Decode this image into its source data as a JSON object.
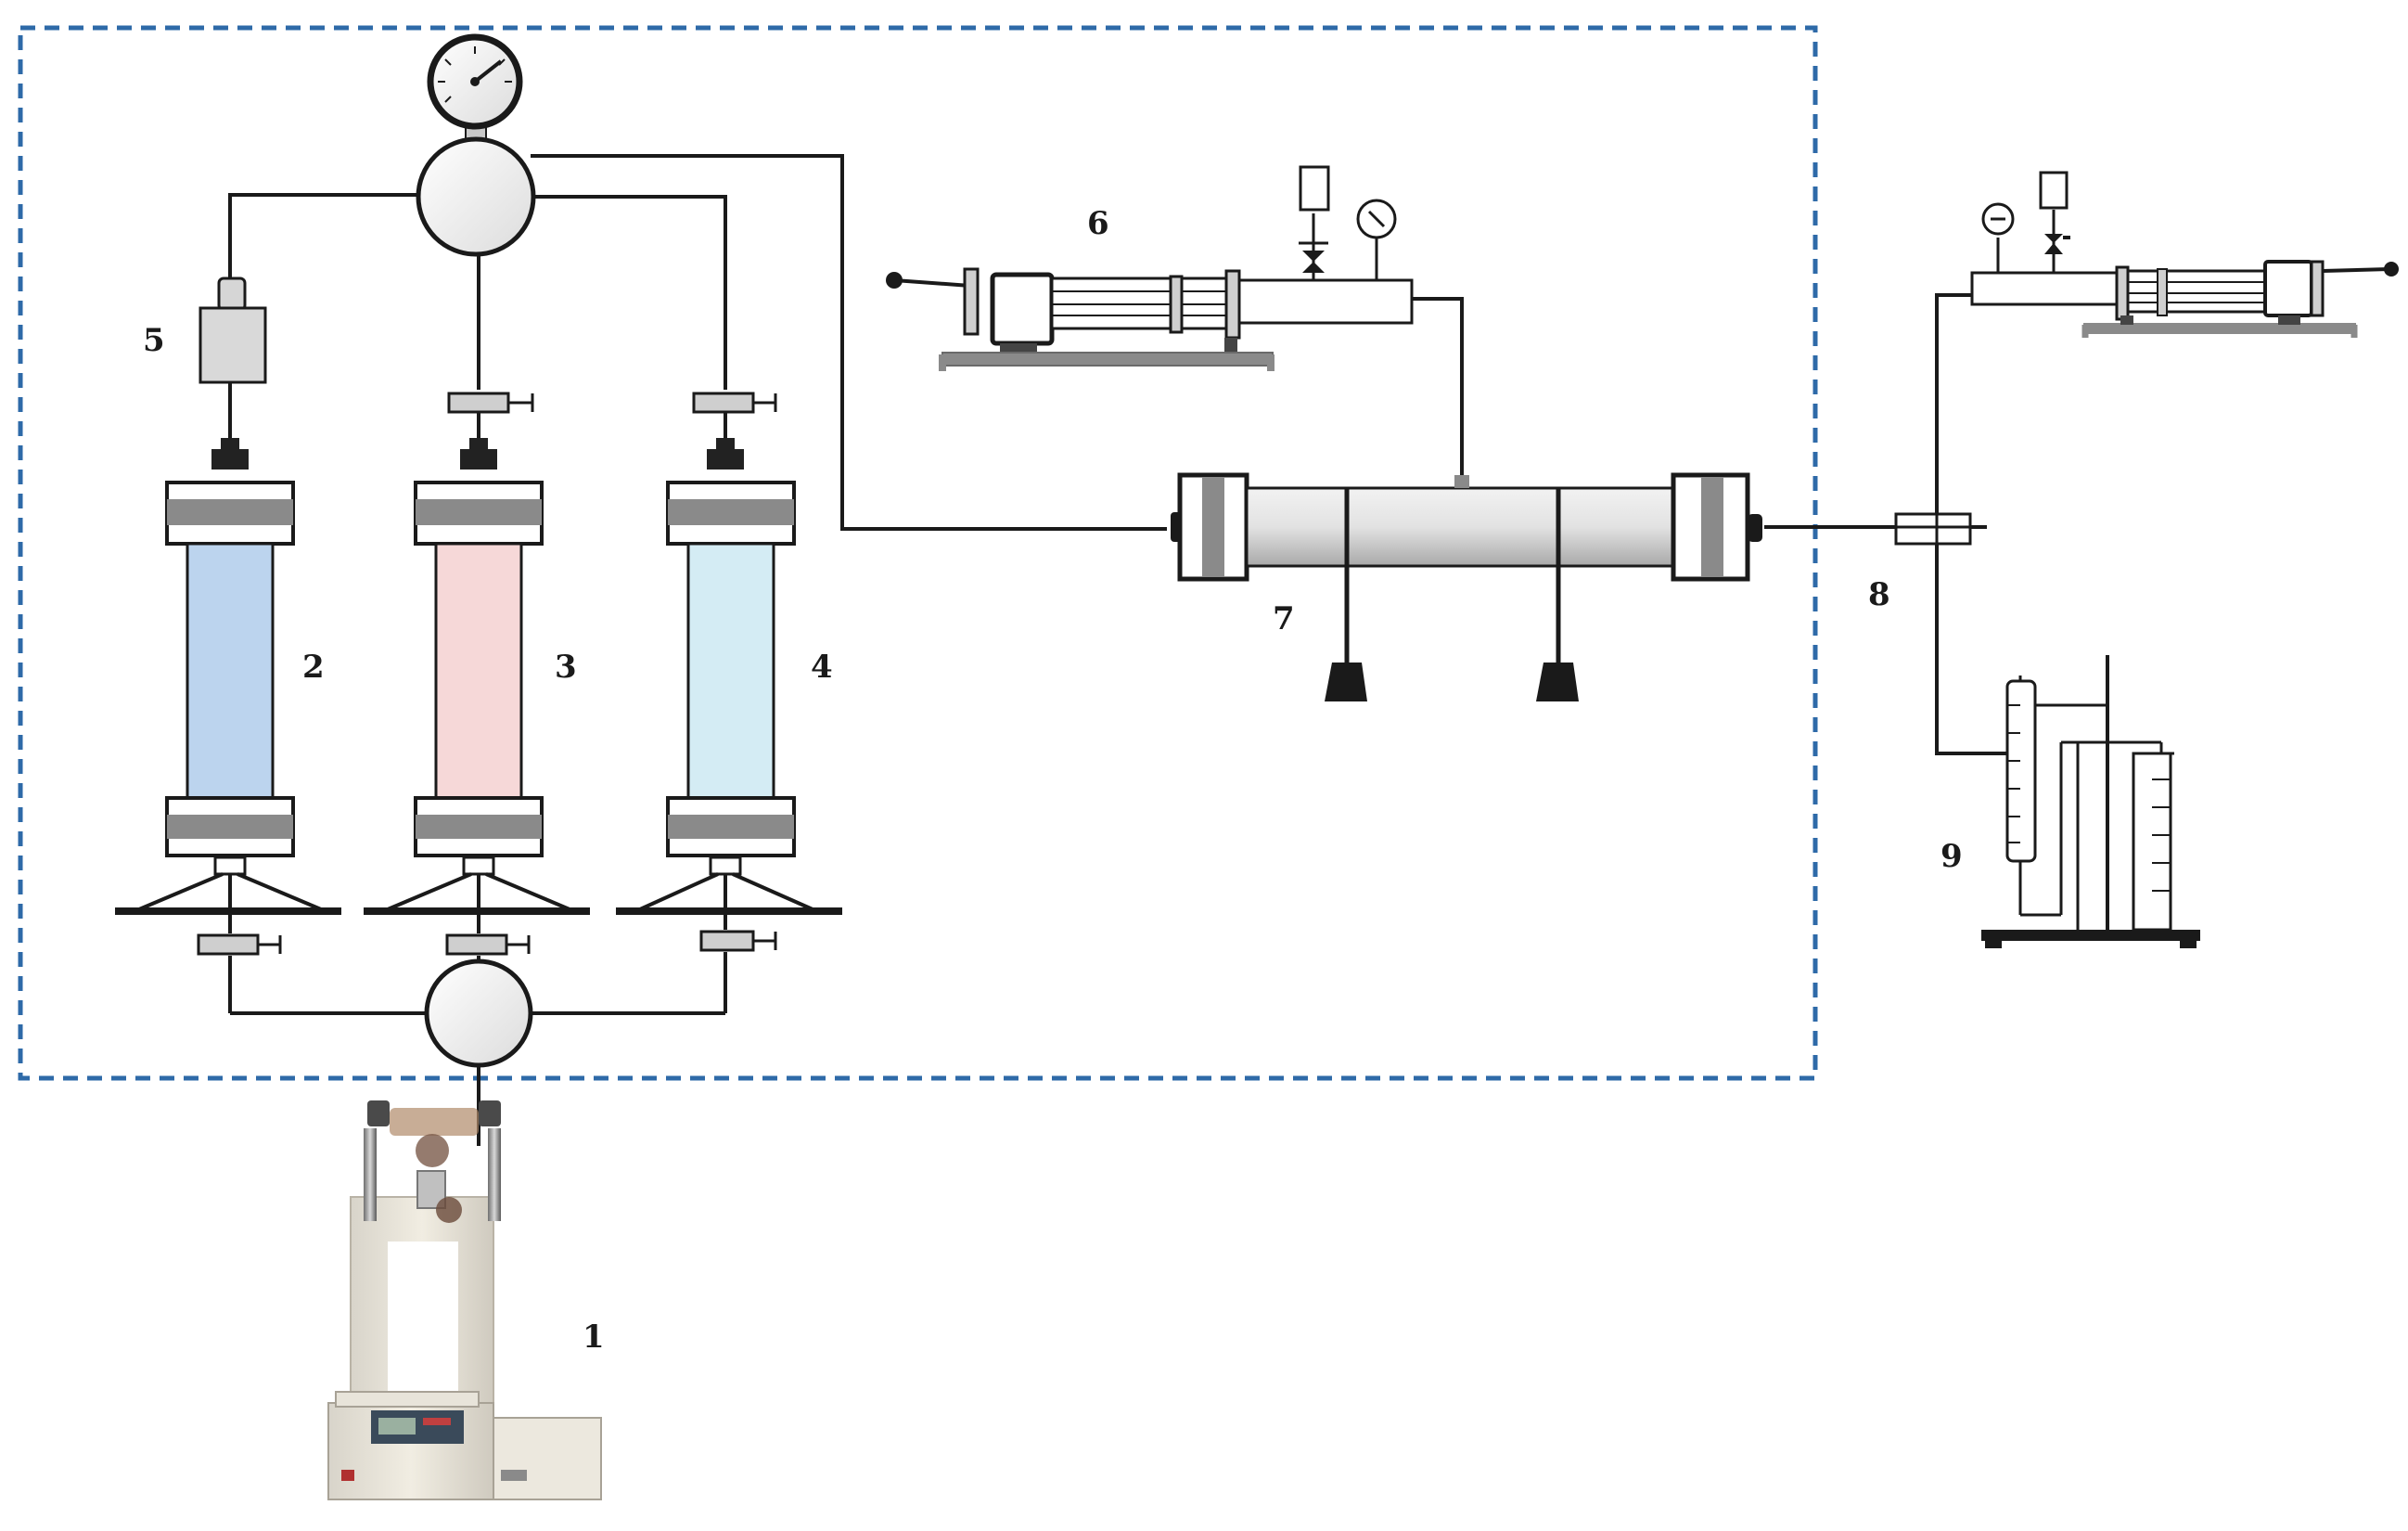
{
  "labels": {
    "pump": "1",
    "vessel_a": "2",
    "vessel_b": "3",
    "vessel_c": "4",
    "filter": "5",
    "hand_pump_top": "6",
    "core_holder": "7",
    "back_pressure": "8",
    "collector": "9"
  },
  "colors": {
    "enclosure_dash": "#2e6aa8",
    "vessel_a_fill": "#bcd4ee",
    "vessel_b_fill": "#f6d8d8",
    "vessel_c_fill": "#d4ecf4",
    "line": "#1a1a1a",
    "cap_grey": "#9a9a9a",
    "base_grey": "#8a8a8a"
  },
  "icons": [
    "pressure-gauge-icon",
    "valve-icon",
    "hand-pump-icon",
    "core-holder-icon",
    "graduated-cylinder-icon",
    "syringe-pump-photo"
  ]
}
